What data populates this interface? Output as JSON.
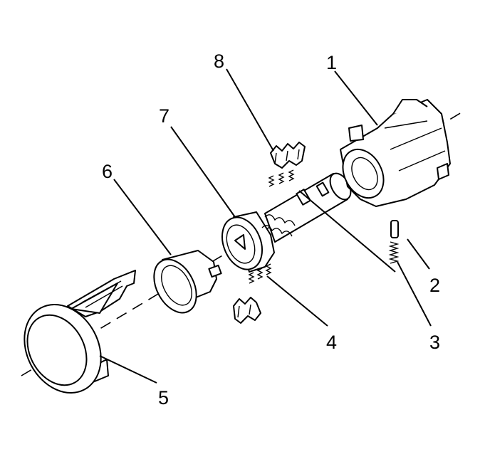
{
  "callouts": [
    {
      "id": "1",
      "label": "1"
    },
    {
      "id": "2",
      "label": "2"
    },
    {
      "id": "3",
      "label": "3"
    },
    {
      "id": "4",
      "label": "4"
    },
    {
      "id": "5",
      "label": "5"
    },
    {
      "id": "6",
      "label": "6"
    },
    {
      "id": "7",
      "label": "7"
    },
    {
      "id": "8",
      "label": "8"
    }
  ],
  "colors": {
    "ink": "#000000",
    "paper": "#ffffff"
  }
}
